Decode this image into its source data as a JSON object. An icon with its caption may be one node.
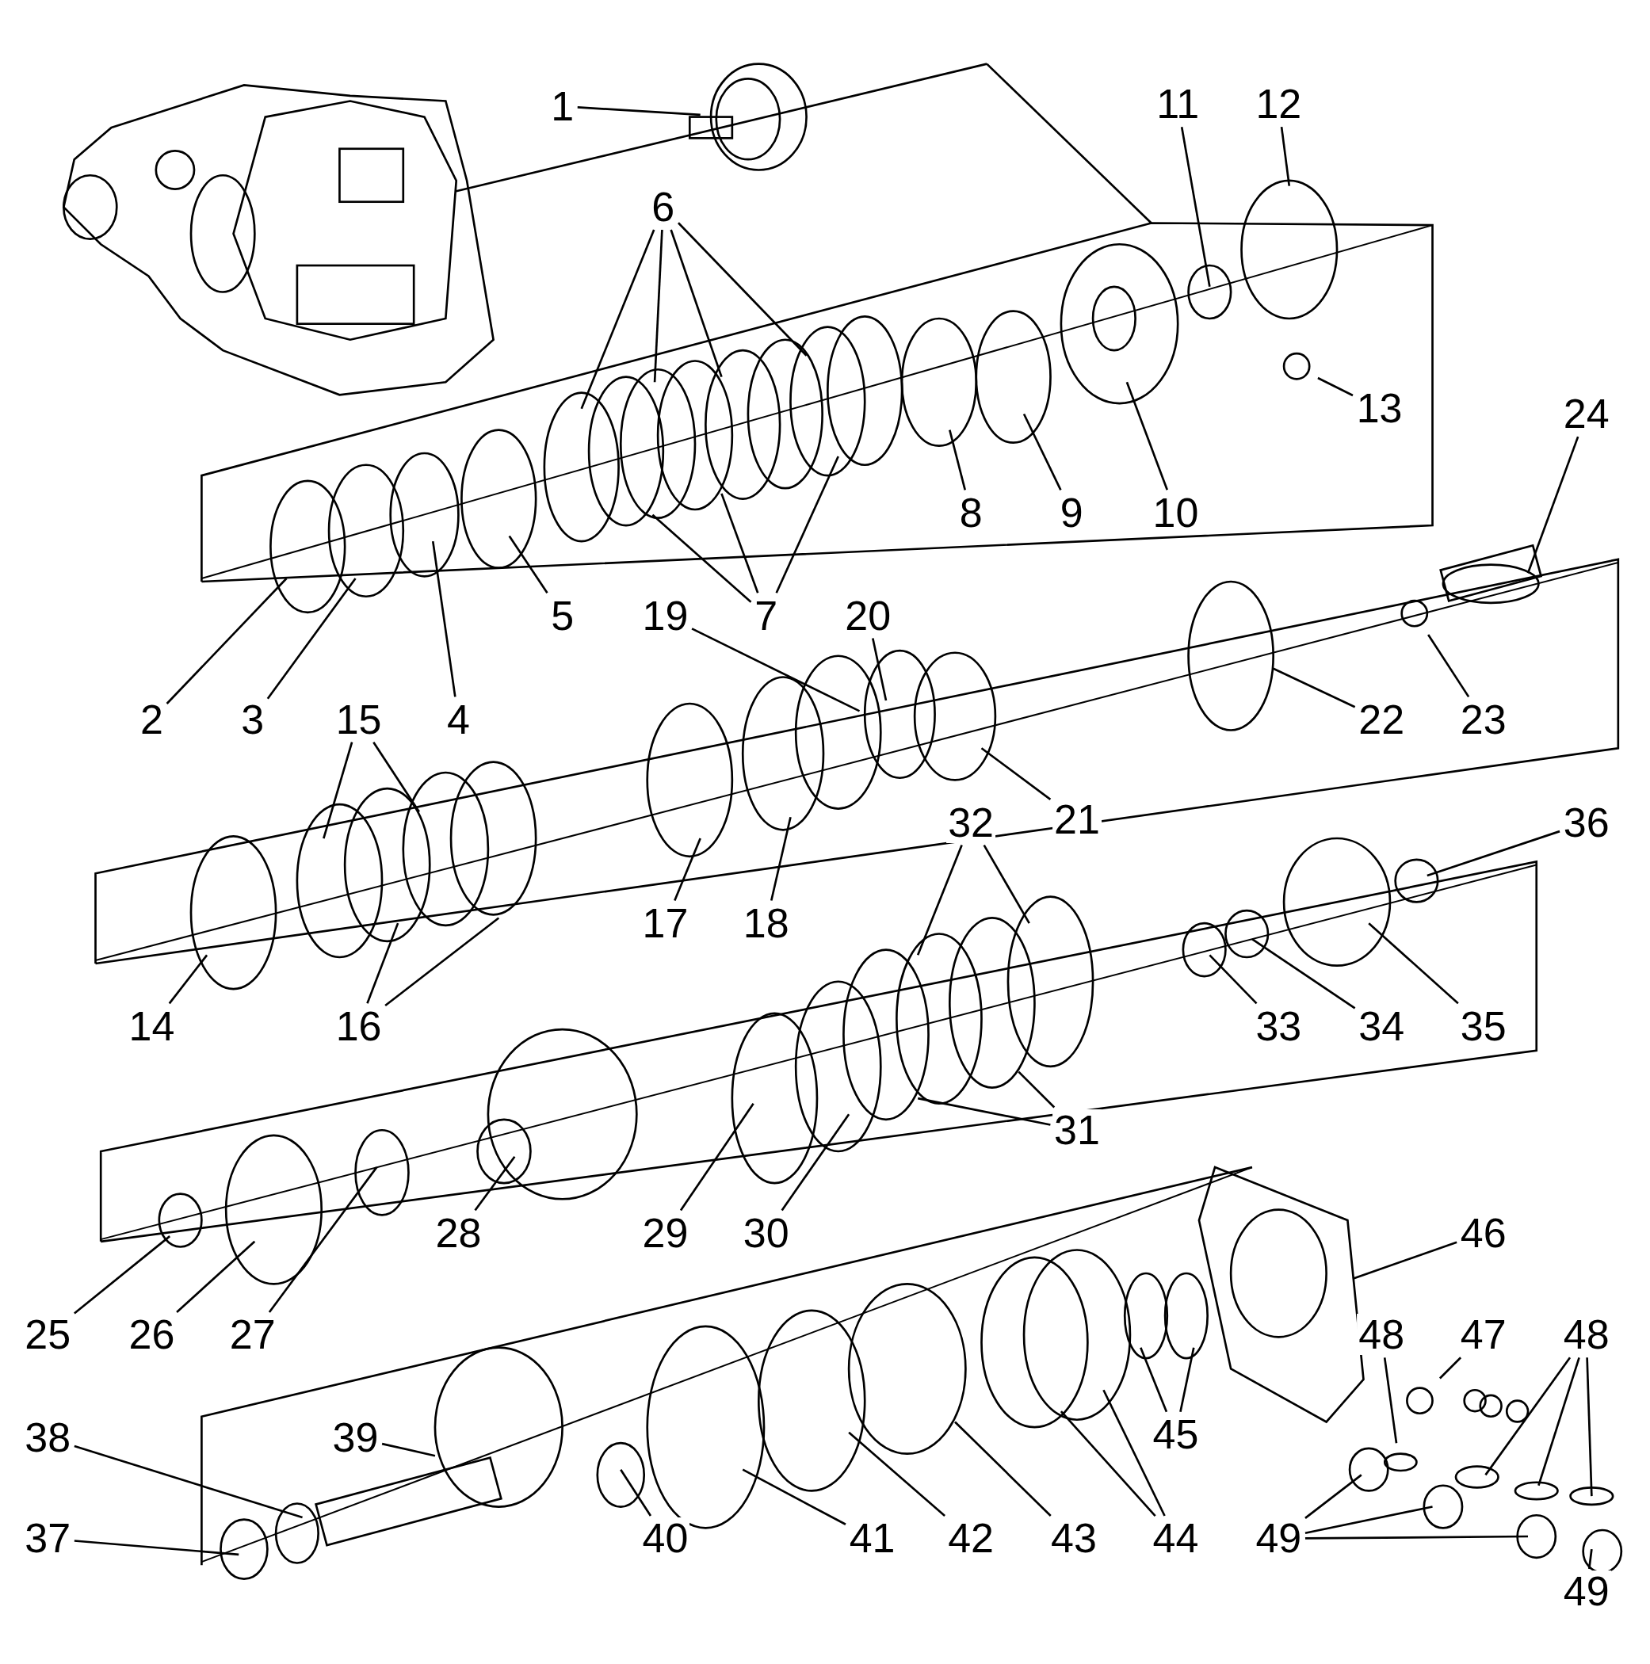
{
  "diagram": {
    "nodes": [
      {
        "text": [
          "1"
        ]
      },
      {
        "text": [
          "2"
        ]
      },
      {
        "text": [
          "3"
        ]
      },
      {
        "text": [
          "4"
        ]
      },
      {
        "text": [
          "5"
        ]
      },
      {
        "text": [
          "6"
        ]
      },
      {
        "text": [
          "7"
        ]
      },
      {
        "text": [
          "8"
        ]
      },
      {
        "text": [
          "9"
        ]
      },
      {
        "text": [
          "10"
        ]
      },
      {
        "text": [
          "11"
        ]
      },
      {
        "text": [
          "12"
        ]
      },
      {
        "text": [
          "13"
        ]
      },
      {
        "text": [
          "14"
        ]
      },
      {
        "text": [
          "15"
        ]
      },
      {
        "text": [
          "16"
        ]
      },
      {
        "text": [
          "17"
        ]
      },
      {
        "text": [
          "18"
        ]
      },
      {
        "text": [
          "19"
        ]
      },
      {
        "text": [
          "20"
        ]
      },
      {
        "text": [
          "21"
        ]
      },
      {
        "text": [
          "22"
        ]
      },
      {
        "text": [
          "23"
        ]
      },
      {
        "text": [
          "24"
        ]
      },
      {
        "text": [
          "25"
        ]
      },
      {
        "text": [
          "26"
        ]
      },
      {
        "text": [
          "27"
        ]
      },
      {
        "text": [
          "28"
        ]
      },
      {
        "text": [
          "29"
        ]
      },
      {
        "text": [
          "30"
        ]
      },
      {
        "text": [
          "31"
        ]
      },
      {
        "text": [
          "32"
        ]
      },
      {
        "text": [
          "33"
        ]
      },
      {
        "text": [
          "34"
        ]
      },
      {
        "text": [
          "35"
        ]
      },
      {
        "text": [
          "36"
        ]
      },
      {
        "text": [
          "37"
        ]
      },
      {
        "text": [
          "38"
        ]
      },
      {
        "text": [
          "39"
        ]
      },
      {
        "text": [
          "40"
        ]
      },
      {
        "text": [
          "41"
        ]
      },
      {
        "text": [
          "42"
        ]
      },
      {
        "text": [
          "43"
        ]
      },
      {
        "text": [
          "44"
        ]
      },
      {
        "text": [
          "45"
        ]
      },
      {
        "text": [
          "46"
        ]
      },
      {
        "text": [
          "47"
        ]
      },
      {
        "text": [
          "48"
        ]
      },
      {
        "text": [
          "48"
        ]
      },
      {
        "text": [
          "49"
        ]
      },
      {
        "text": [
          "49"
        ]
      }
    ],
    "edges": [
      {
        "from": 0,
        "to": null,
        "arrow": "none"
      },
      {
        "from": 1,
        "to": null,
        "arrow": "none"
      },
      {
        "from": 2,
        "to": null,
        "arrow": "none"
      },
      {
        "from": 3,
        "to": null,
        "arrow": "none"
      },
      {
        "from": 4,
        "to": null,
        "arrow": "none"
      },
      {
        "from": 5,
        "to": null,
        "arrow": "none"
      },
      {
        "from": 5,
        "to": null,
        "arrow": "none"
      },
      {
        "from": 5,
        "to": null,
        "arrow": "none"
      },
      {
        "from": 5,
        "to": null,
        "arrow": "none"
      },
      {
        "from": 6,
        "to": null,
        "arrow": "none"
      },
      {
        "from": 6,
        "to": null,
        "arrow": "none"
      },
      {
        "from": 6,
        "to": null,
        "arrow": "none"
      },
      {
        "from": 7,
        "to": null,
        "arrow": "none"
      },
      {
        "from": 8,
        "to": null,
        "arrow": "none"
      },
      {
        "from": 9,
        "to": null,
        "arrow": "none"
      },
      {
        "from": 10,
        "to": null,
        "arrow": "none"
      },
      {
        "from": 11,
        "to": null,
        "arrow": "none"
      },
      {
        "from": 12,
        "to": null,
        "arrow": "none"
      },
      {
        "from": 13,
        "to": null,
        "arrow": "none"
      },
      {
        "from": 14,
        "to": null,
        "arrow": "none"
      },
      {
        "from": 14,
        "to": null,
        "arrow": "none"
      },
      {
        "from": 15,
        "to": null,
        "arrow": "none"
      },
      {
        "from": 15,
        "to": null,
        "arrow": "none"
      },
      {
        "from": 16,
        "to": null,
        "arrow": "none"
      },
      {
        "from": 17,
        "to": null,
        "arrow": "none"
      },
      {
        "from": 18,
        "to": null,
        "arrow": "none"
      },
      {
        "from": 19,
        "to": null,
        "arrow": "none"
      },
      {
        "from": 20,
        "to": null,
        "arrow": "none"
      },
      {
        "from": 21,
        "to": null,
        "arrow": "none"
      },
      {
        "from": 22,
        "to": null,
        "arrow": "none"
      },
      {
        "from": 23,
        "to": null,
        "arrow": "none"
      },
      {
        "from": 24,
        "to": null,
        "arrow": "none"
      },
      {
        "from": 25,
        "to": null,
        "arrow": "none"
      },
      {
        "from": 26,
        "to": null,
        "arrow": "none"
      },
      {
        "from": 27,
        "to": null,
        "arrow": "none"
      },
      {
        "from": 28,
        "to": null,
        "arrow": "none"
      },
      {
        "from": 29,
        "to": null,
        "arrow": "none"
      },
      {
        "from": 30,
        "to": null,
        "arrow": "none"
      },
      {
        "from": 30,
        "to": null,
        "arrow": "none"
      },
      {
        "from": 31,
        "to": null,
        "arrow": "none"
      },
      {
        "from": 31,
        "to": null,
        "arrow": "none"
      },
      {
        "from": 32,
        "to": null,
        "arrow": "none"
      },
      {
        "from": 33,
        "to": null,
        "arrow": "none"
      },
      {
        "from": 34,
        "to": null,
        "arrow": "none"
      },
      {
        "from": 35,
        "to": null,
        "arrow": "none"
      },
      {
        "from": 36,
        "to": null,
        "arrow": "none"
      },
      {
        "from": 37,
        "to": null,
        "arrow": "none"
      },
      {
        "from": 38,
        "to": null,
        "arrow": "none"
      },
      {
        "from": 39,
        "to": null,
        "arrow": "none"
      },
      {
        "from": 40,
        "to": null,
        "arrow": "none"
      },
      {
        "from": 41,
        "to": null,
        "arrow": "none"
      },
      {
        "from": 42,
        "to": null,
        "arrow": "none"
      },
      {
        "from": 43,
        "to": null,
        "arrow": "none"
      },
      {
        "from": 43,
        "to": null,
        "arrow": "none"
      },
      {
        "from": 44,
        "to": null,
        "arrow": "none"
      },
      {
        "from": 44,
        "to": null,
        "arrow": "none"
      },
      {
        "from": 45,
        "to": null,
        "arrow": "none"
      },
      {
        "from": 46,
        "to": null,
        "arrow": "none"
      },
      {
        "from": 47,
        "to": null,
        "arrow": "none"
      },
      {
        "from": 48,
        "to": null,
        "arrow": "none"
      },
      {
        "from": 48,
        "to": null,
        "arrow": "none"
      },
      {
        "from": 48,
        "to": null,
        "arrow": "none"
      },
      {
        "from": 49,
        "to": null,
        "arrow": "none"
      },
      {
        "from": 49,
        "to": null,
        "arrow": "none"
      },
      {
        "from": 49,
        "to": null,
        "arrow": "none"
      },
      {
        "from": 50,
        "to": null,
        "arrow": "none"
      }
    ]
  }
}
